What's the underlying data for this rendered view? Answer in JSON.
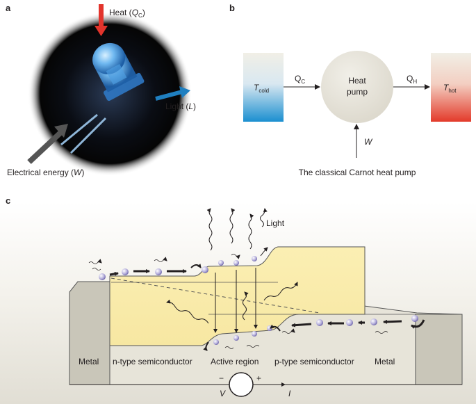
{
  "panels": {
    "a": "a",
    "b": "b",
    "c": "c"
  },
  "panel_a": {
    "heat_label": "Heat (",
    "heat_var": "Q",
    "heat_sub": "C",
    "heat_close": ")",
    "light_label": "Light (",
    "light_var": "L",
    "light_close": ")",
    "electrical_label": "Electrical energy (",
    "electrical_var": "W",
    "electrical_close": ")"
  },
  "panel_b": {
    "t_cold": "T",
    "t_cold_sub": "cold",
    "t_hot": "T",
    "t_hot_sub": "hot",
    "qc": "Q",
    "qc_sub": "C",
    "qh": "Q",
    "qh_sub": "H",
    "pump_line1": "Heat",
    "pump_line2": "pump",
    "work": "W",
    "caption": "The classical Carnot heat pump"
  },
  "panel_c": {
    "light": "Light",
    "metal_left": "Metal",
    "metal_right": "Metal",
    "n_type": "n-type semiconductor",
    "active": "Active region",
    "p_type": "p-type semiconductor",
    "minus": "−",
    "plus": "+",
    "voltage": "V",
    "current": "I"
  },
  "colors": {
    "heat_arrow": "#e2342c",
    "light_arrow": "#1f7fc0",
    "electrical_arrow": "#555555",
    "band_fill": "#fbeeaa",
    "metal": "#c8c5b8",
    "pump": "#e6e3da"
  }
}
